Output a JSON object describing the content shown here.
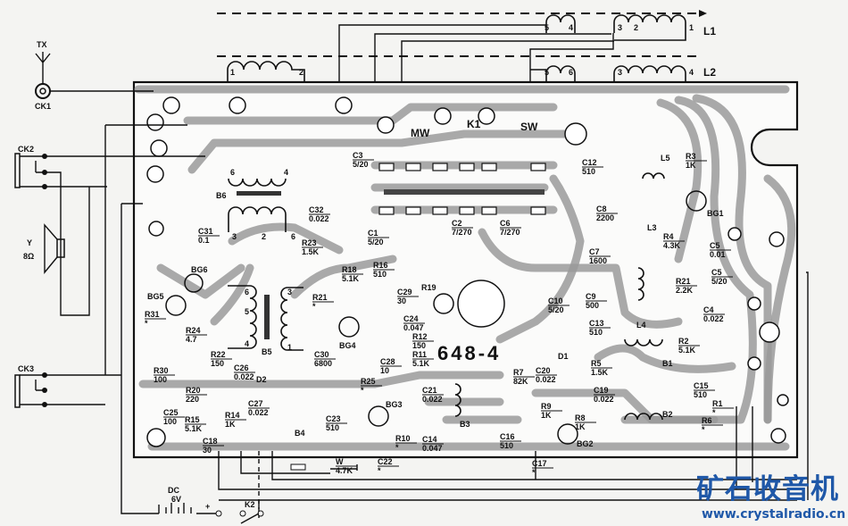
{
  "board_code": "648-4",
  "connectors": {
    "antenna": "TX",
    "ck1": "CK1",
    "ck2": "CK2",
    "ck3": "CK3",
    "speaker": "Y",
    "speaker_imp": "8Ω",
    "dc": "DC",
    "dc_v": "6V",
    "k2": "K2",
    "plus": "+"
  },
  "coils": {
    "l1": "L1",
    "l2": "L2",
    "pins_l1": [
      "5",
      "4",
      "3",
      "2",
      "1"
    ],
    "pins_l2": [
      "5",
      "6",
      "3",
      "4"
    ],
    "b6_pins": [
      "1",
      "2",
      "6",
      "4",
      "3",
      "2",
      "6"
    ],
    "b5_pins": [
      "6",
      "5",
      "4",
      "3",
      "1"
    ]
  },
  "switch": {
    "mw": "MW",
    "k1": "K1",
    "sw": "SW"
  },
  "components": [
    {
      "ref": "C3",
      "val": "5/20"
    },
    {
      "ref": "B6",
      "val": ""
    },
    {
      "ref": "C32",
      "val": "0.022"
    },
    {
      "ref": "C31",
      "val": "0.1"
    },
    {
      "ref": "R23",
      "val": "1.5K"
    },
    {
      "ref": "C1",
      "val": "5/20"
    },
    {
      "ref": "C2",
      "val": "7/270"
    },
    {
      "ref": "C6",
      "val": "7/270"
    },
    {
      "ref": "C12",
      "val": "510"
    },
    {
      "ref": "C8",
      "val": "2200"
    },
    {
      "ref": "R3",
      "val": "1K"
    },
    {
      "ref": "BG1",
      "val": ""
    },
    {
      "ref": "C5",
      "val": "0.01"
    },
    {
      "ref": "L5",
      "val": ""
    },
    {
      "ref": "L3",
      "val": ""
    },
    {
      "ref": "R4",
      "val": "4.3K"
    },
    {
      "ref": "C7",
      "val": "1600"
    },
    {
      "ref": "R18",
      "val": "5.1K"
    },
    {
      "ref": "R16",
      "val": "510"
    },
    {
      "ref": "C29",
      "val": "30"
    },
    {
      "ref": "R19",
      "val": ""
    },
    {
      "ref": "R21",
      "val": "*"
    },
    {
      "ref": "BG6",
      "val": ""
    },
    {
      "ref": "BG5",
      "val": ""
    },
    {
      "ref": "R31",
      "val": "*"
    },
    {
      "ref": "R24",
      "val": "4.7"
    },
    {
      "ref": "R22",
      "val": "150"
    },
    {
      "ref": "B5",
      "val": ""
    },
    {
      "ref": "BG4",
      "val": ""
    },
    {
      "ref": "C30",
      "val": "6800"
    },
    {
      "ref": "C28",
      "val": "10"
    },
    {
      "ref": "C24",
      "val": "0.047"
    },
    {
      "ref": "R12",
      "val": "150"
    },
    {
      "ref": "R11",
      "val": "5.1K"
    },
    {
      "ref": "R30",
      "val": "100"
    },
    {
      "ref": "R20",
      "val": "220"
    },
    {
      "ref": "C26",
      "val": "0.022"
    },
    {
      "ref": "D2",
      "val": ""
    },
    {
      "ref": "C25",
      "val": "100"
    },
    {
      "ref": "R15",
      "val": "5.1K"
    },
    {
      "ref": "R14",
      "val": "1K"
    },
    {
      "ref": "C27",
      "val": "0.022"
    },
    {
      "ref": "C18",
      "val": "30"
    },
    {
      "ref": "R25",
      "val": "*"
    },
    {
      "ref": "C23",
      "val": "510"
    },
    {
      "ref": "B4",
      "val": ""
    },
    {
      "ref": "BG3",
      "val": ""
    },
    {
      "ref": "R10",
      "val": "*"
    },
    {
      "ref": "C14",
      "val": "0.047"
    },
    {
      "ref": "C21",
      "val": "0.022"
    },
    {
      "ref": "W",
      "val": "4.7K"
    },
    {
      "ref": "C22",
      "val": "*"
    },
    {
      "ref": "C10",
      "val": "5/20"
    },
    {
      "ref": "C9",
      "val": "500"
    },
    {
      "ref": "C13",
      "val": "510"
    },
    {
      "ref": "L4",
      "val": ""
    },
    {
      "ref": "R21",
      "val": "2.2K"
    },
    {
      "ref": "C4",
      "val": "0.022"
    },
    {
      "ref": "C5",
      "val": "5/20"
    },
    {
      "ref": "R2",
      "val": "5.1K"
    },
    {
      "ref": "B1",
      "val": ""
    },
    {
      "ref": "C20",
      "val": "0.022"
    },
    {
      "ref": "D1",
      "val": ""
    },
    {
      "ref": "R5",
      "val": "1.5K"
    },
    {
      "ref": "R7",
      "val": "82K"
    },
    {
      "ref": "C19",
      "val": "0.022"
    },
    {
      "ref": "R9",
      "val": "1K"
    },
    {
      "ref": "R8",
      "val": "1K"
    },
    {
      "ref": "B3",
      "val": ""
    },
    {
      "ref": "C16",
      "val": "510"
    },
    {
      "ref": "BG2",
      "val": ""
    },
    {
      "ref": "B2",
      "val": ""
    },
    {
      "ref": "C15",
      "val": "510"
    },
    {
      "ref": "R1",
      "val": "*"
    },
    {
      "ref": "R6",
      "val": "*"
    },
    {
      "ref": "C17",
      "val": "*"
    }
  ],
  "watermark": {
    "title": "矿石收音机",
    "url": "www.crystalradio.cn"
  }
}
